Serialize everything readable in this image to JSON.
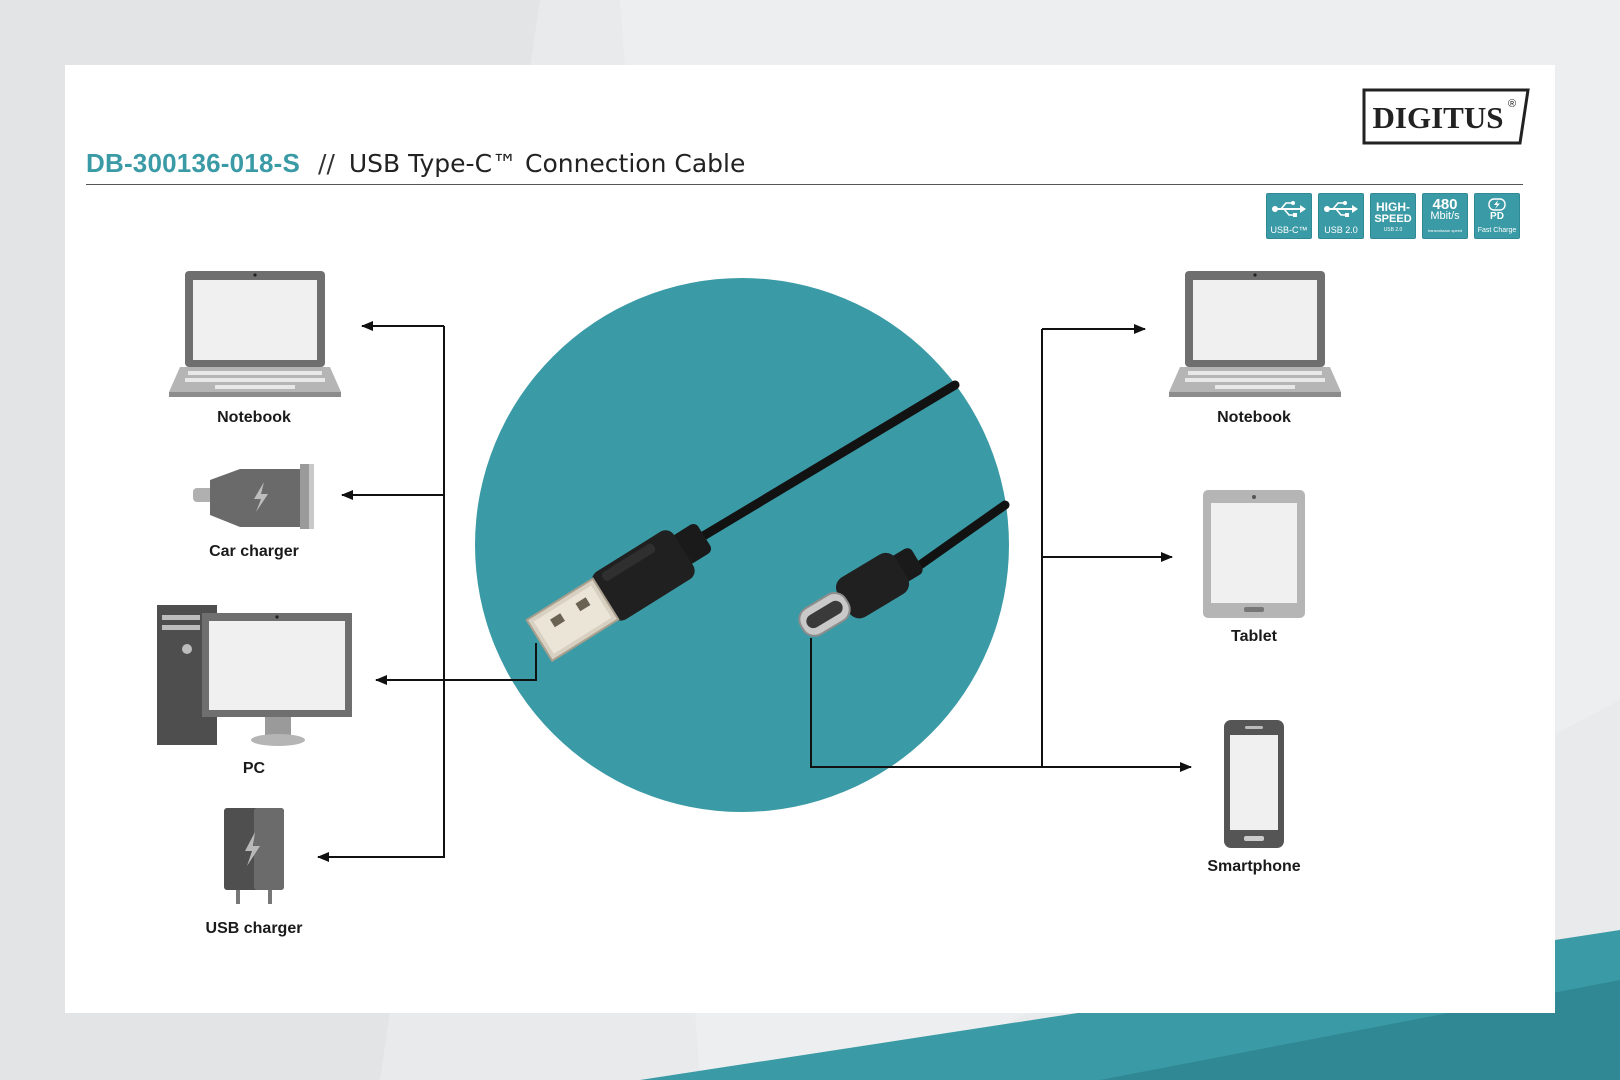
{
  "brand": {
    "logo_text": "DIGITUS",
    "registered_mark": "®"
  },
  "title": {
    "product_code": "DB-300136-018-S",
    "separator": "//",
    "product_name": "USB Type-C™ Connection Cable"
  },
  "badges": [
    {
      "icon": "usb-trident-icon",
      "label": "USB-C™"
    },
    {
      "icon": "usb-trident-icon",
      "label": "USB 2.0"
    },
    {
      "main": "HIGH-",
      "sub": "SPEED",
      "foot": "USB 2.0"
    },
    {
      "main": "480",
      "sub": "Mbit/s",
      "foot": "transmission speed"
    },
    {
      "icon": "lightning-icon",
      "main": "PD",
      "foot": "Fast Charge"
    }
  ],
  "left_devices": [
    {
      "label": "Notebook",
      "icon": "notebook-icon"
    },
    {
      "label": "Car charger",
      "icon": "car-charger-icon"
    },
    {
      "label": "PC",
      "icon": "pc-icon"
    },
    {
      "label": "USB charger",
      "icon": "usb-charger-icon"
    }
  ],
  "right_devices": [
    {
      "label": "Notebook",
      "icon": "notebook-icon"
    },
    {
      "label": "Tablet",
      "icon": "tablet-icon"
    },
    {
      "label": "Smartphone",
      "icon": "smartphone-icon"
    }
  ],
  "center_image": {
    "icon": "usb-a-to-usb-c-cable-icon"
  },
  "colors": {
    "accent": "#3a9aa5",
    "text": "#1a1a1a",
    "device_gray": "#7a7a7a"
  }
}
